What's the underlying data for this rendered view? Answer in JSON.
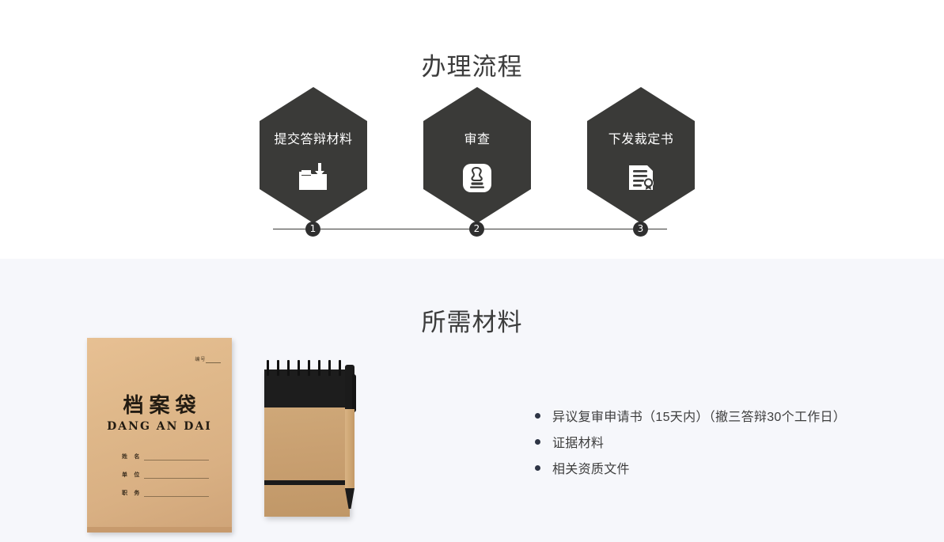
{
  "process": {
    "title": "办理流程",
    "steps": [
      {
        "label": "提交答辩材料",
        "number": "1",
        "icon": "folder-download-icon"
      },
      {
        "label": "审查",
        "number": "2",
        "icon": "stamp-seal-icon"
      },
      {
        "label": "下发裁定书",
        "number": "3",
        "icon": "document-seal-icon"
      }
    ]
  },
  "materials": {
    "title": "所需材料",
    "items": [
      "异议复审申请书（15天内）（撤三答辩30个工作日）",
      "证据材料",
      "相关资质文件"
    ],
    "envelope": {
      "number_label": "编号",
      "title": "档案袋",
      "pinyin": "DANG AN DAI",
      "fields": [
        "姓 名",
        "单 位",
        "职 务"
      ]
    }
  },
  "colors": {
    "hex_fill": "#3a3a38",
    "section_bg": "#f6f7fb",
    "text": "#3d3d3d",
    "bullet": "#2e3545",
    "kraft": "#dfb88a"
  }
}
